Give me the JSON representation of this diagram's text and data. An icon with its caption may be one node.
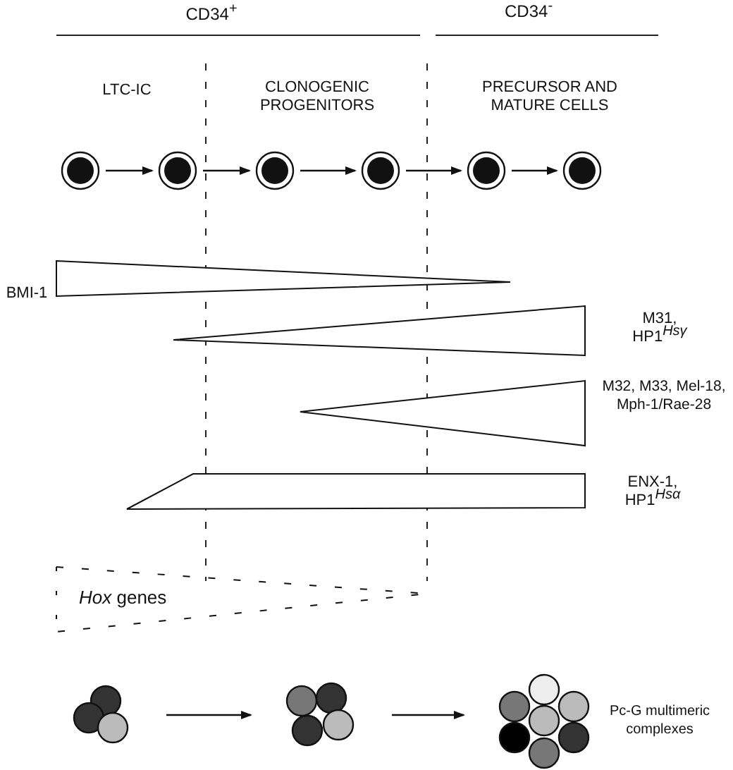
{
  "diagram": {
    "nodes": [
      {
        "text": [],
        "shape": "circle"
      },
      {
        "text": [],
        "shape": "circle"
      },
      {
        "text": [],
        "shape": "circle"
      },
      {
        "text": [],
        "shape": "circle"
      },
      {
        "text": [],
        "shape": "circle"
      },
      {
        "text": [],
        "shape": "circle"
      },
      {
        "text": [
          "BMI-1"
        ]
      },
      {
        "text": [
          "M31, HP1$^{Hsγ}$"
        ]
      },
      {
        "text": [
          "M32, M33, Mel-18, Mph-1/Rae-28"
        ]
      },
      {
        "text": [
          "ENX-1, HP1$^{Hsα}$"
        ]
      },
      {
        "text": [
          "*Hox* genes"
        ]
      },
      {
        "text": [],
        "shape": "picture"
      },
      {
        "text": [],
        "shape": "picture"
      },
      {
        "text": [],
        "shape": "picture",
        "beside": [
          "Pc-G multimeric complexes"
        ]
      }
    ],
    "edges": [
      {
        "from": 0,
        "to": 1,
        "arrow": "to"
      },
      {
        "from": 1,
        "to": 2,
        "arrow": "to"
      },
      {
        "from": 2,
        "to": 3,
        "arrow": "to"
      },
      {
        "from": 3,
        "to": 4,
        "arrow": "to"
      },
      {
        "from": 4,
        "to": 5,
        "arrow": "to"
      },
      {
        "from": 11,
        "to": 12,
        "arrow": "to"
      },
      {
        "from": 12,
        "to": 13,
        "arrow": "to"
      }
    ],
    "labels": [
      "CD34$^{+}$",
      "CD34$^{-}$",
      "LTC-IC",
      "CLONOGENIC PROGENITORS",
      "PRECURSOR AND MATURE CELLS"
    ]
  }
}
